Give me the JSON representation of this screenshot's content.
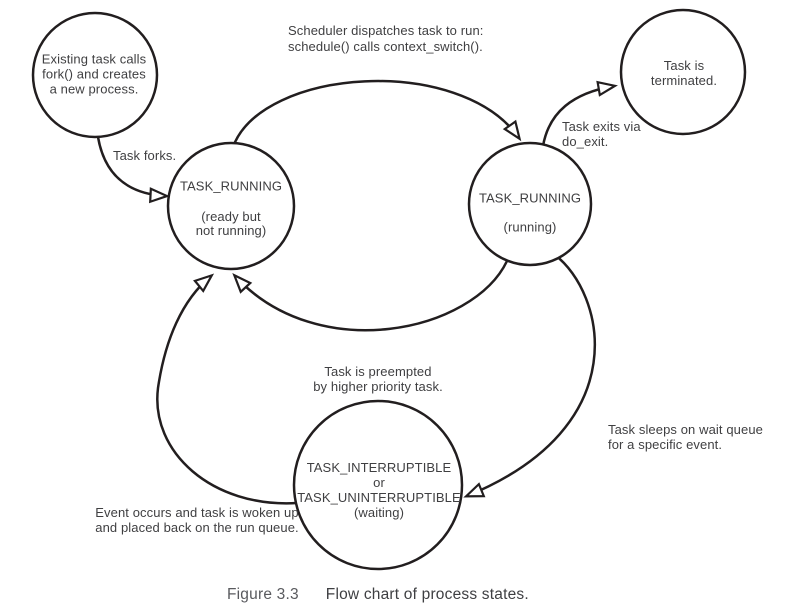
{
  "title": "Flow chart of process states",
  "colors": {
    "line": "#221e1f",
    "diagram_text": "#3f3f41",
    "caption_label": "#595a5e",
    "caption_text": "#3e3f42",
    "background": "#ffffff",
    "arrowhead_fill": "#ffffff"
  },
  "nodes": {
    "existing_task": {
      "label": "Existing task calls\nfork() and creates\na new process."
    },
    "ready": {
      "title": "TASK_RUNNING",
      "subtitle": "(ready but\nnot running)"
    },
    "running": {
      "title": "TASK_RUNNING",
      "subtitle": "(running)"
    },
    "terminated": {
      "label": "Task is terminated."
    },
    "waiting": {
      "label": "TASK_INTERRUPTIBLE\nor\nTASK_UNINTERRUPTIBLE\n(waiting)"
    }
  },
  "edges": {
    "task_forks": {
      "label": "Task forks."
    },
    "scheduler_dispatches": {
      "label": "Scheduler dispatches task to run:\nschedule() calls context_switch()."
    },
    "task_exits": {
      "label": "Task exits via\ndo_exit."
    },
    "task_preempted": {
      "label": "Task is preempted\nby higher priority task."
    },
    "task_sleeps": {
      "label": "Task sleeps on wait queue\nfor a specific event."
    },
    "event_occurs": {
      "label": "Event occurs and task is woken up\nand placed back on the run queue."
    }
  },
  "caption": {
    "figure_label": "Figure 3.3",
    "text": "Flow chart of process states."
  }
}
